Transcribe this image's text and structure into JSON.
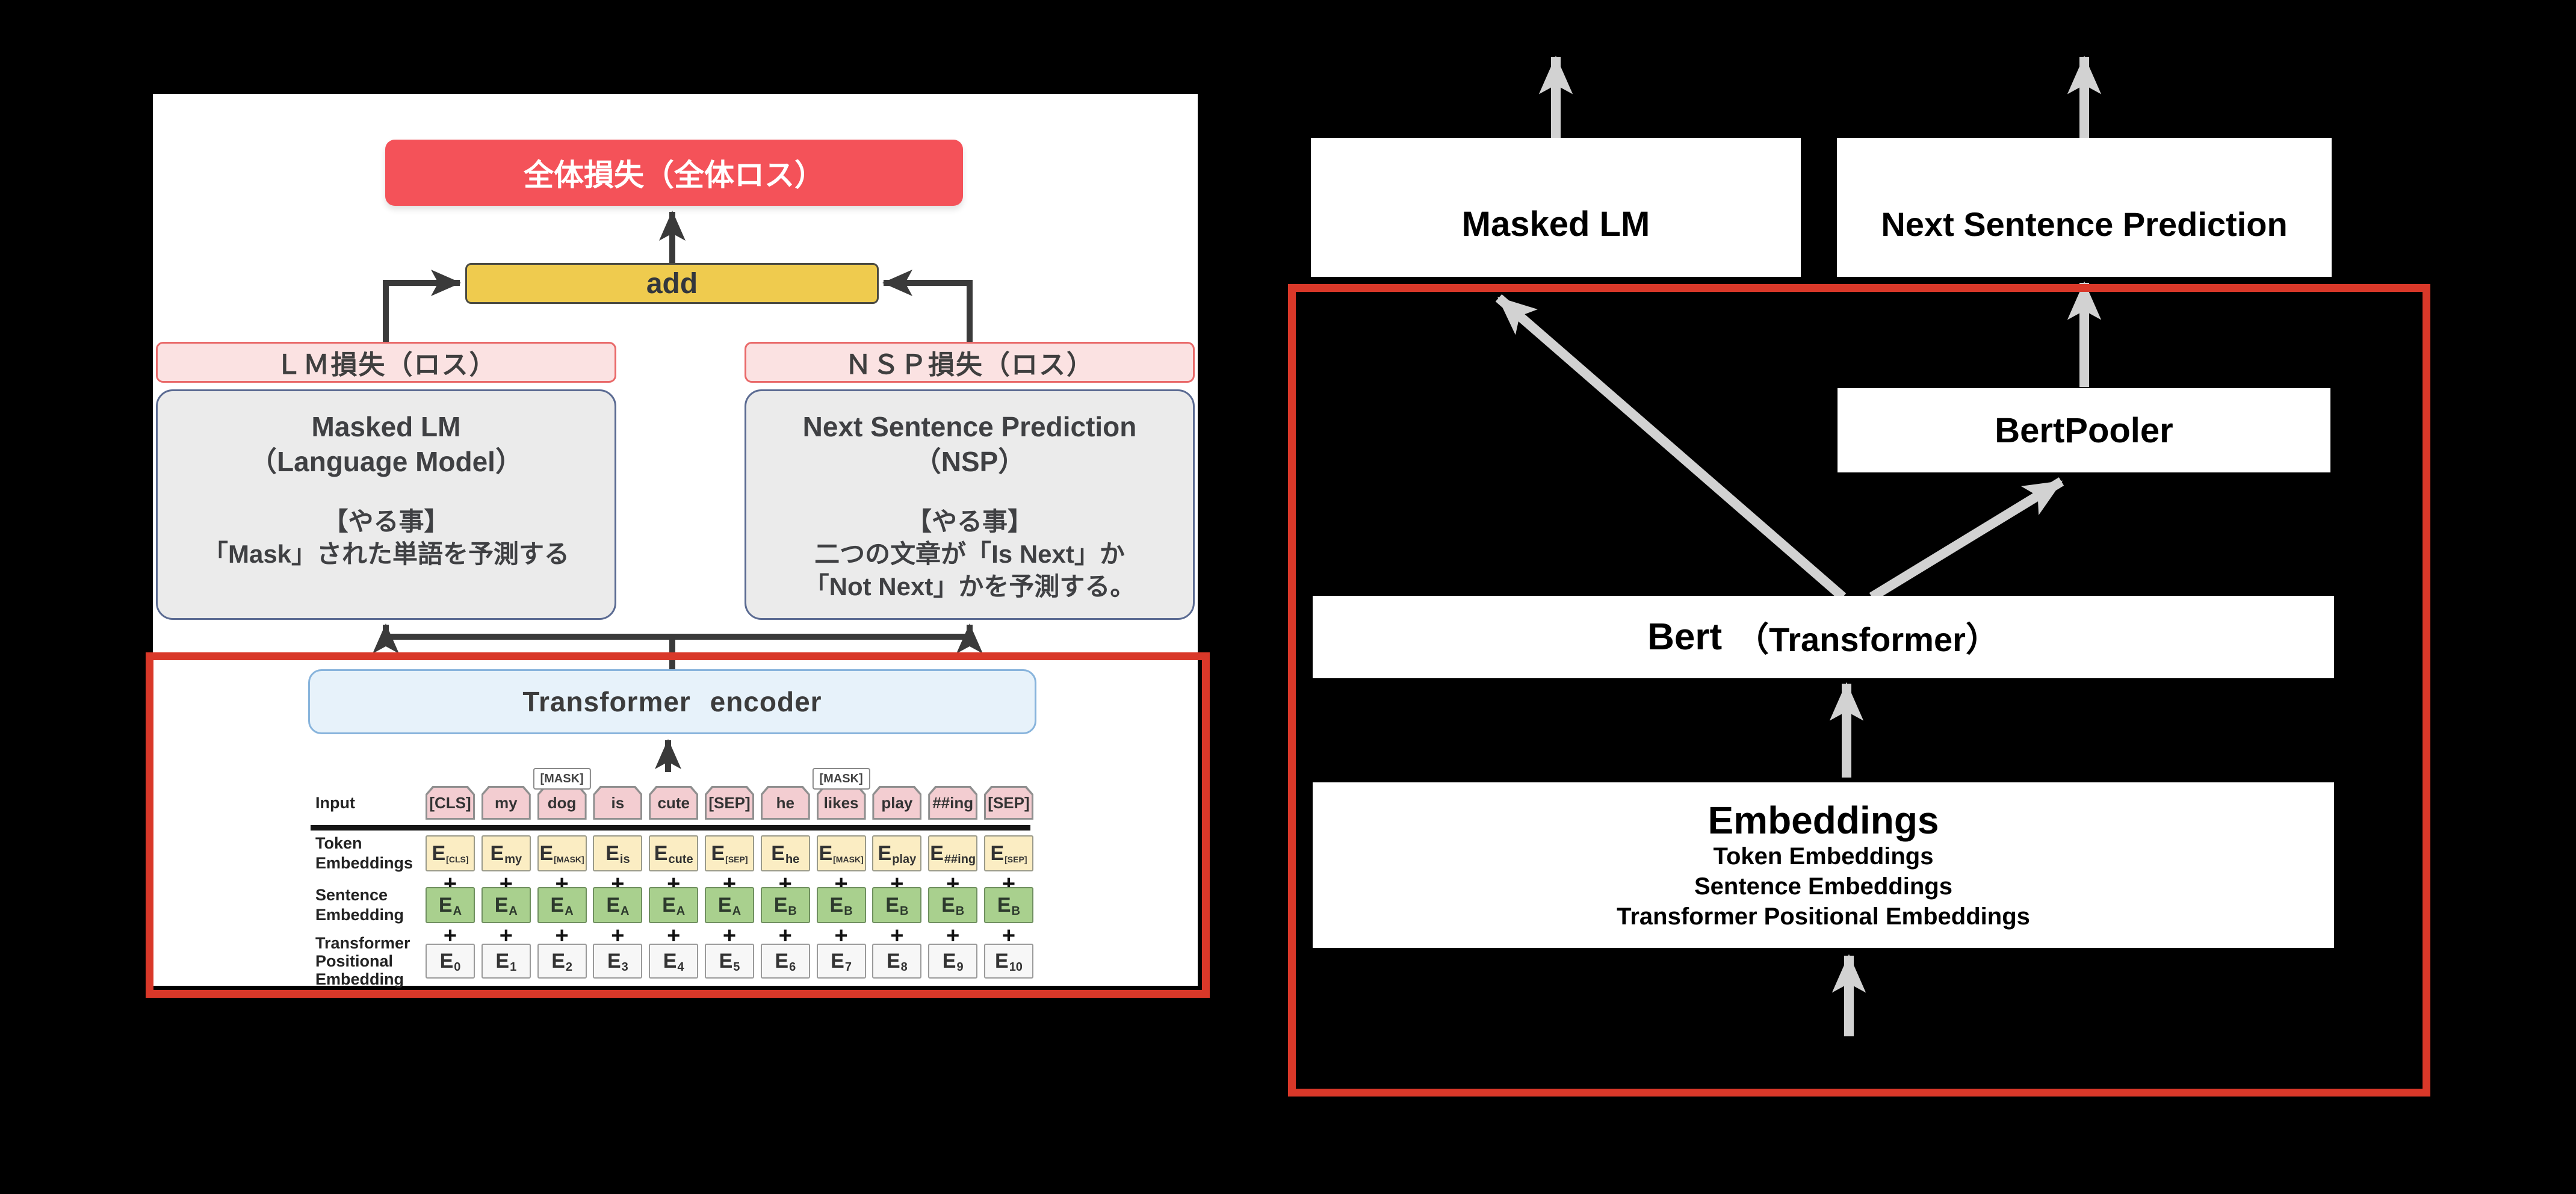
{
  "left_panel": {
    "total_loss_label": "全体損失（全体ロス）",
    "add_label": "add",
    "lm_loss_label": "ＬＭ損失（ロス）",
    "nsp_loss_label": "ＮＳＰ損失（ロス）",
    "masked_lm_detail": {
      "title": "Masked LM\n（Language Model）",
      "body": "【やる事】\n「Mask」された単語を予測する"
    },
    "nsp_detail": {
      "title": "Next Sentence Prediction\n（NSP）",
      "body": "【やる事】\n二つの文章が「Is Next」か\n「Not Next」かを予測する。"
    },
    "encoder_label": "Transformer encoder",
    "embedding_figure": {
      "labels": {
        "input": "Input",
        "token": "Token\nEmbeddings",
        "sentence": "Sentence\nEmbedding",
        "positional": "Transformer\nPositional\nEmbedding"
      },
      "mask_tag": "[MASK]",
      "masked_token_indices": [
        2,
        7
      ],
      "tokens": [
        "[CLS]",
        "my",
        "dog",
        "is",
        "cute",
        "[SEP]",
        "he",
        "likes",
        "play",
        "##ing",
        "[SEP]"
      ],
      "embedding_base": "E",
      "token_embedding_subs": [
        "[CLS]",
        "my",
        "[MASK]",
        "is",
        "cute",
        "[SEP]",
        "he",
        "[MASK]",
        "play",
        "##ing",
        "[SEP]"
      ],
      "sentence_embedding_subs": [
        "A",
        "A",
        "A",
        "A",
        "A",
        "A",
        "B",
        "B",
        "B",
        "B",
        "B"
      ],
      "positional_embedding_subs": [
        "0",
        "1",
        "2",
        "3",
        "4",
        "5",
        "6",
        "7",
        "8",
        "9",
        "10"
      ],
      "plus_sign": "+"
    }
  },
  "right_panel": {
    "masked_lm_label": "Masked LM",
    "nsp_label": "Next Sentence Prediction",
    "bertpooler_label": "BertPooler",
    "bert_label_bold": "Bert",
    "bert_label_paren": "（Transformer）",
    "embeddings_title": "Embeddings",
    "embeddings_lines": [
      "Token Embeddings",
      "Sentence Embeddings",
      "Transformer Positional Embeddings"
    ]
  },
  "colors": {
    "background": "#000000",
    "panel": "#ffffff",
    "highlight_red": "#d93829",
    "total_loss_fill": "#f45259",
    "add_fill": "#efcb4e",
    "pink_fill": "#fbe2e2",
    "pink_border": "#e96a6a",
    "gray_box_fill": "#ebebeb",
    "gray_box_border": "#5b6b92",
    "encoder_fill": "#e7f2fa",
    "encoder_border": "#88b4dc",
    "token_fill": "#f3cdd1",
    "token_embedding_fill": "#fbedc3",
    "sentence_embedding_fill": "#a9d08e",
    "positional_embedding_fill": "#f7f7f7",
    "arrow_dark": "#3a3a3a",
    "arrow_gray": "#d2d2d2"
  }
}
